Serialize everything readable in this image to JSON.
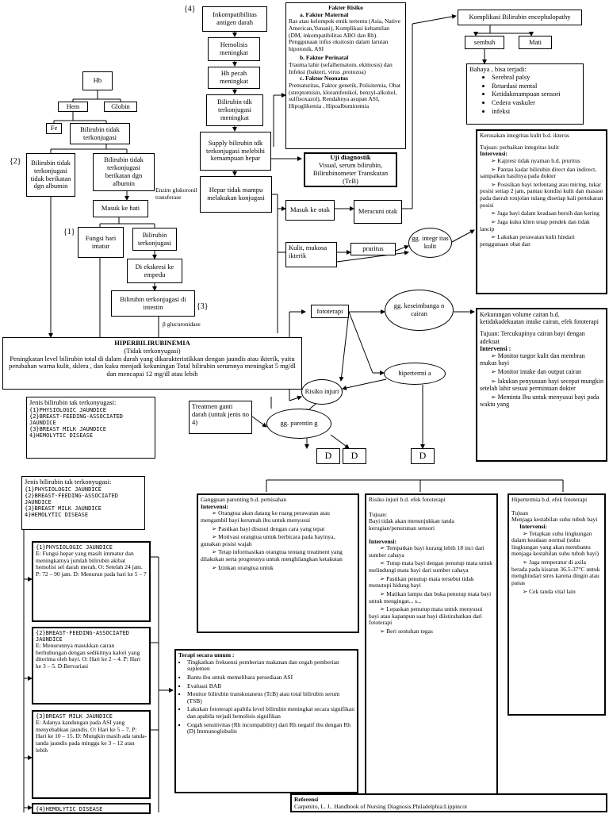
{
  "nodes": {
    "hb": "Hb",
    "hem": "Hem",
    "globin": "Globin",
    "fe": "Fe",
    "bili_tidak_terkonjugasi": "Bilirubin tidak terkonjugasi",
    "bili_tdk_albumin": "Bilirubin tidak terkonjugasi tidak berikatan dgn albumin",
    "bili_berikatan": "Bilirubin tidak terkonjugasi berikatan dgn albumin",
    "enzim": "Enzim glukoronil transferase",
    "masuk_hati": "Masuk ke hati",
    "fungsi_hati": "Fungsi hari imatur",
    "bili_terkonjugasi": "Bilirubin terkonjugasi",
    "diekskresi": "Di ekskresi ke empedu",
    "bili_intestin": "Bilirubin terkonjugasi di intestin",
    "glucuronidase": "β glucuronidase",
    "inkompatibilitas": "Inkompatibilitas antigen darah",
    "hemolisis": "Hemolisis meningkat",
    "hb_pecah": "Hb pecah meningkat",
    "bili_tdk_meningkat": "Bilirubin tdk terkonjugasi meningkat",
    "supply": "Supply bilirubin tdk terkonjugasi melebihi kemampuan hepar",
    "hepar": "Hepar tidak mampu melakukan konjugasi",
    "uji_title": "Uji diagnostik",
    "uji_text": "Visual, serum bilirubin, Bilirubinometer Transkutan (TcB)",
    "masuk_otak": "Masuk ke otak",
    "meracuni": "Meracuni otak",
    "kulit": "Kulit, mukosa ikterik",
    "pruritus": "pruritus",
    "gg_integritas": "gg. integr itas kulit",
    "fototerapi": "fototerapi",
    "gg_keseimbangan": "gg. keseimbanga n cairan",
    "hipertermi": "hipertermi a",
    "risiko_injuri": "Risiko injuri",
    "gg_parenting": "gg. parentin g",
    "treatmen": "Treatmen ganti darah (untuk jenis no 4)",
    "d1": "D",
    "d2": "D",
    "d3": "D",
    "komplikasi": "Komplikasi Bilirubin encephalopathy",
    "sembuh": "sembuh",
    "mati": "Mati",
    "bahaya_title": "Bahaya , bisa terjadi:",
    "bahaya_items": [
      "Serebral palsy",
      "Retardasi mental",
      "Ketidakmampuan sensori",
      "Cedera vaskuler",
      "infeksi"
    ],
    "label_4": "{4}",
    "label_2": "{2}",
    "label_1": "{1}",
    "label_3": "{3}"
  },
  "faktor": {
    "title": "Fakter Risiko",
    "a_title": "a.      Faktor Maternal",
    "a_text": "Ras atau kelompok etnik tertentu (Asia, Native American,Yunani), Komplikasi kehamilan (DM, inkompatibilitas ABO dan Rh). Penggunaan infus oksitosin dalam larutan hipotonik, ASI",
    "b_title": "b.      Faktor Perinatal",
    "b_text": "Trauma lahir (sefalhematom, ekimosis) dan Infeksi (bakteri, virus ,protozoa)",
    "c_title": "c.      Faktor Neonatus",
    "c_text": "Prematuritas, Faktor genetik, Polisitemia, Obat (streptomisin, kloramfenikol, benzyl-alkohol, sulfisoxazol), Rendahnya asupan ASI, Hipoglikemia , Hipoalbuminemia"
  },
  "hiper": {
    "title": "HIPERBILIRUBINEMIA",
    "subtitle": "(Tidak terkonyugasi)",
    "text": "Peningkatan level bilirubin total di dalam darah yang dikarakteristikkan dengan jaundis atau ikterik, yaitu perubahan warna kulit, sklera , dan kuku menjadi kekuningan Total bilirubin serumnya meningkat 5 mg/dl dan mencapai 12 mg/dl atau lebih"
  },
  "jenis": {
    "title": "Jenis bilirubin tak terkonyugasi:",
    "items": [
      "{1}PHYSIOLOGIC JAUNDICE",
      "{2}BREAST-FEEDING-ASSOCIATED JAUNDICE",
      "{3}BREAST MILK JAUNDICE",
      "4}HEMOLYTIC DISEASE"
    ]
  },
  "jenis2": {
    "title": "Jenis bilirubin tak terkonyugasi:",
    "items": [
      "{1}PHYSIOLOGIC JAUNDICE",
      "{2}BREAST-FEEDING-ASSOCIATED JAUNDICE",
      "{3}BREAST MILK JAUNDICE",
      "4}HEMOLYTIC DISEASE"
    ]
  },
  "j1": {
    "title": "{1}PHYSIOLOGIC JAUNDICE",
    "text": "E: Fungsi hepar yang masih immatur dan meningkatnya jumlah bilirubin akibat hemolisi sel darah merah. O: Setelah 24 jam. P: 72 – 90 jam. D: Menurun pada hari ke 5 – 7"
  },
  "j2": {
    "title": "{2}BREAST-FEEDING-ASSOCIATED JAUNDICE",
    "text": "E: Menurunnya masukkan cairan berhubungan dengan sedikitnya kalori yang diterima oleh bayi. O: Hari ke 2 – 4. P: Hari ke 3 – 5. D:Bervariasi"
  },
  "j3": {
    "title": "{3}BREAST MILK JAUNDICE",
    "text": "E: Adanya kandungan pada ASI yang menyebabkan jaundis. O: Hari ke 5 – 7. P: Hari ke 10 – 15. D: Mungkin masih ada tanda-tanda jaundis pada minggu ke 3 – 12 atau lebih"
  },
  "j4": {
    "title": "{4}HEMOLYTIC DISEASE"
  },
  "kerusakan": {
    "title": "Kerusakan integritas kulit b.d. ikterus",
    "tujuan": "Tujuan: perbaikan integritas kulit",
    "intervensi": "Intervensi:",
    "items": [
      "Kajiresi tidak nyaman b.d. pruritus",
      "Pantau kadar bilirubin direct dan indirect, sampaikan hasilnya pada dokter",
      "Posisikan bayi terlentang atau miring, tukar posisi setiap 2 jam, pantau kondisi kulit dan masase pada daerah tonjolan tulang disetiap kali pertukaran posisi",
      "Jaga bayi dalam keadaan bersih dan kering",
      "Jaga kuku klien tetap pendek dan tidak lancip",
      "Lakukan perawatan kulit hindari penggunaan obat dan"
    ]
  },
  "kekurangan": {
    "title": "Kekurangan volume cairan b.d. ketidakadekuatan intake cairan, efek fototerapi",
    "tujuan": "Tujuan: Tercukupinya cairan bayi dengan adekuat",
    "intervensi": "Intervensi :",
    "items": [
      "Monitor turgor kulit dan membran mukus bayi",
      "Monitor intake dan output cairan",
      "lakukan penyusuan bayi secepat mungkin setelah lahir sesuai permintaan dokter",
      "Meminta Ibu untuk menyusui bayi pada waktu yang"
    ]
  },
  "gangguan": {
    "title": "Gangguan parenting b.d. pemisahan",
    "intervensi": "Intervensi:",
    "items": [
      "Orangtua akan datang ke ruang perawatan atau mengambil bayi kerumah ibu untuk menyusui",
      "Pastikan bayi disusui dengan cara yang tepat",
      "Motivasi orangtua untuk berbicara pada bayinya, gunakan posisi wajah",
      "Tetap informasikan orangtua tentang treatment yang dilakukan serta progresnya untuk menghilangkan ketakutan",
      "Izinkan orangtua untuk"
    ]
  },
  "risiko": {
    "title": "Risiko injuri b.d. efek fototerapi",
    "tujuan": "Tujuan:",
    "tujuan_text": "Bayi tidak akan menunjukkan tanda kerugian/penurunan sensori",
    "intervensi": "Intervensi:",
    "items": [
      "Tempatkan bayi kurang lebih 18 inci dari sumber cahaya",
      "Tutup mata bayi dengan penutup mata untuk melindungi mata bayi dari sumber cahaya",
      "Pastikan penutup mata tersebut tidak menutupi hidung bayi",
      "Matikan lampu dan buka penutup mata bayi untuk mengingat... s...",
      "Lepaskan penutup mata untuk menyusui bayi atau kapanpun saat bayi diistirahatkan dari fototerapi",
      "Beri sentuhan tegas"
    ]
  },
  "hipertermia": {
    "title": "Hipertermia b.d. efek fototerapi",
    "tujuan": "Tujuan",
    "tujuan_text": "Menjaga kestabilan suhu tubuh bayi",
    "intervensi": "Intervensi:",
    "items": [
      "Tetapkan suhu lingkungan dalam keadaan normal (suhu lingkungan yang akan membantu menjaga kestabilan suhu tubuh bayi)",
      "Jaga temperatur di axila berada pada kisaran 36.5-37°C untuk menghindari stres karena dingin atau panas",
      "Cek tanda vital lain"
    ]
  },
  "terapi": {
    "title": "Terapi secara umum :",
    "items": [
      "Tingkatkan frekuensi pemberian makanan dan cegah pemberian suplemen",
      "Bantu ibu untuk memelihara persediaan ASI",
      "Evaluasi BAB",
      "Monitor bilirubin transkutaneus (TcB) atau total bilirubin serum (TSB)",
      "Lakukan fototerapi apabila level bilirubin meningkat secara signifikan dan apabila terjadi hemolisis signifikan",
      "Cegah sensitivitas (Rh incompability) dari Rh negatif ibu dengan Rh (D) Immunoglobulin"
    ]
  },
  "referensi": {
    "title": "Referensi",
    "text": "Carpenito, L. J.. Handbook of Nursing Diagnosis.Philadelphia:Lippincot"
  }
}
